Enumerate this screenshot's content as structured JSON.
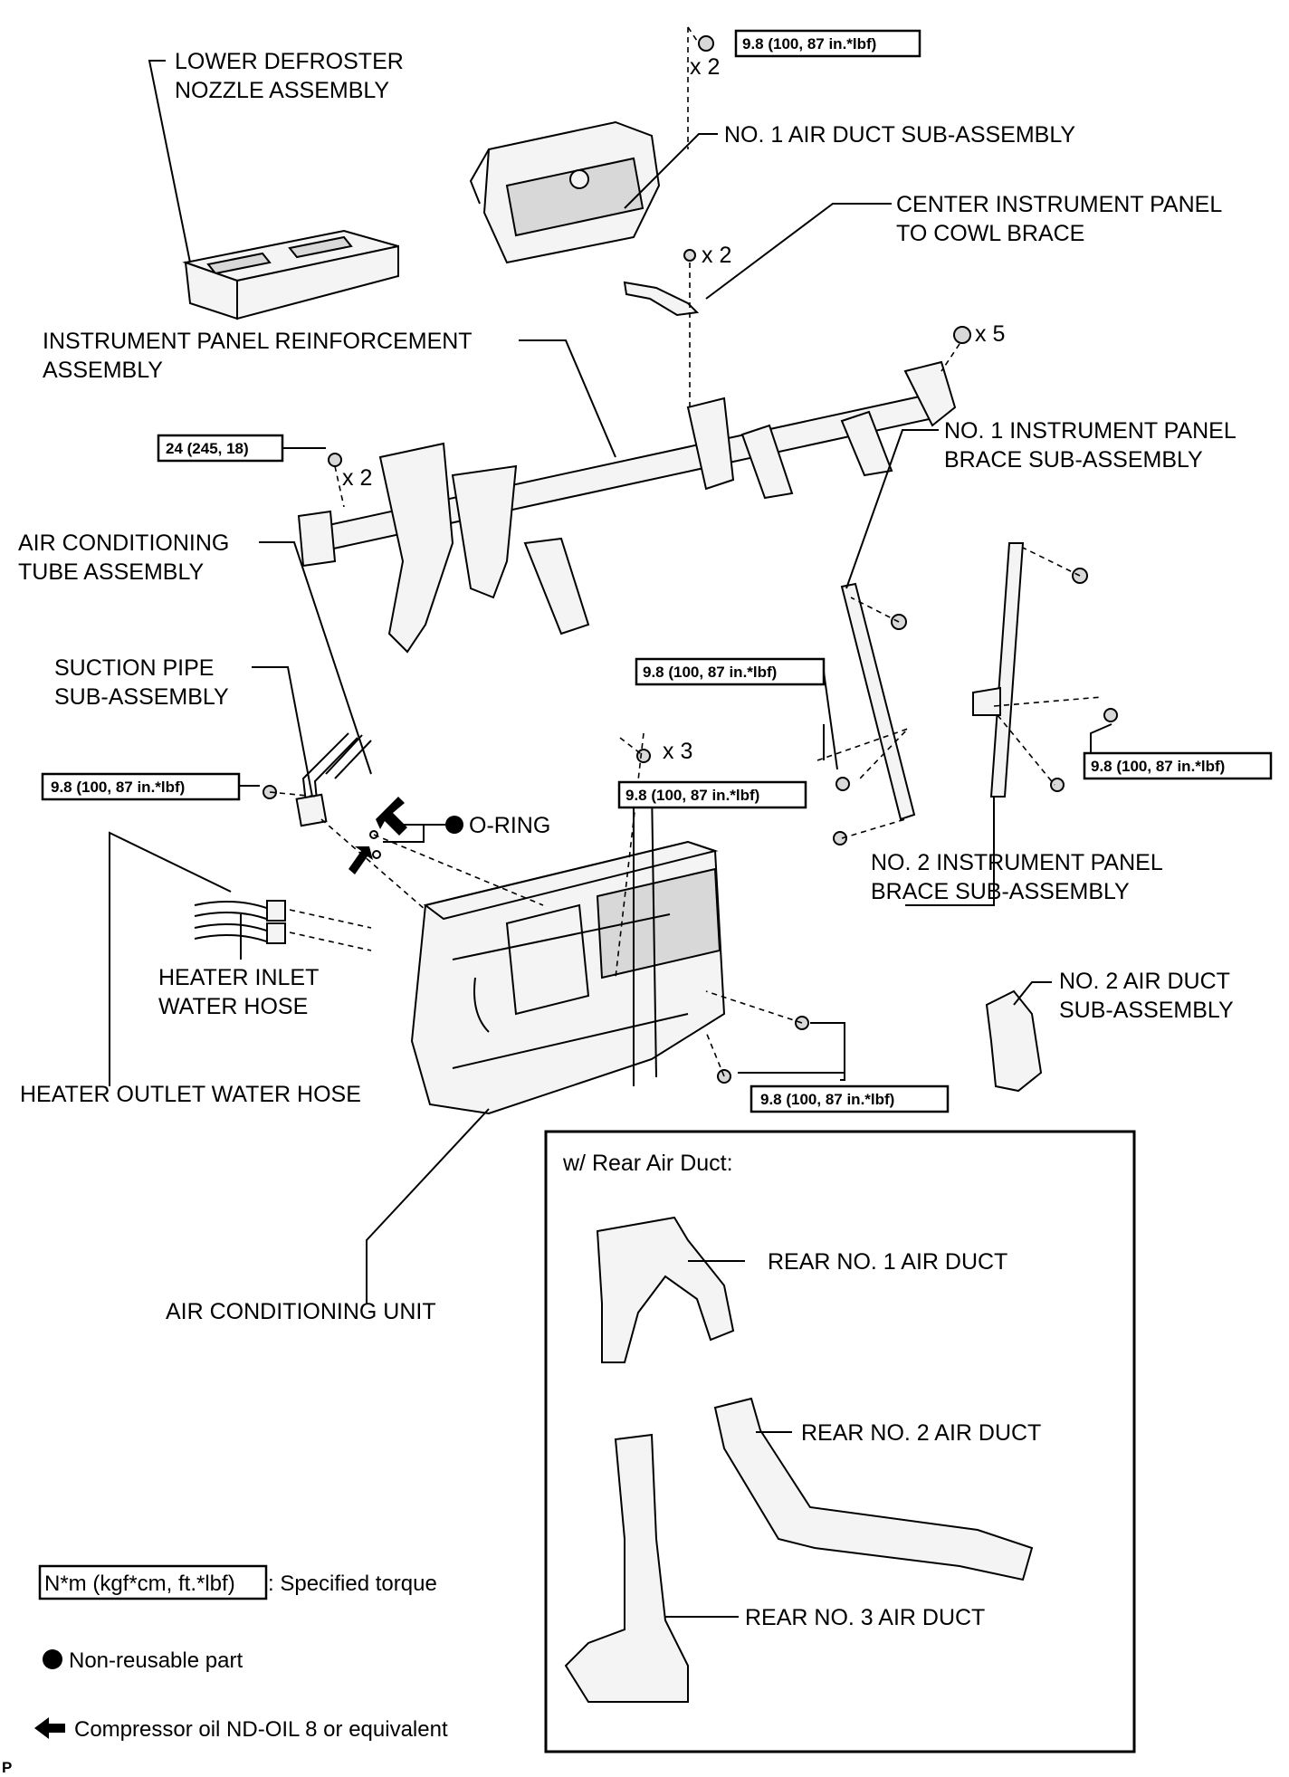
{
  "labels": {
    "lower_defroster": [
      "LOWER DEFROSTER",
      "NOZZLE ASSEMBLY"
    ],
    "no1_air_duct": "NO. 1 AIR DUCT SUB-ASSEMBLY",
    "center_brace": [
      "CENTER INSTRUMENT PANEL",
      "TO COWL BRACE"
    ],
    "reinforcement": [
      "INSTRUMENT PANEL REINFORCEMENT",
      "ASSEMBLY"
    ],
    "no1_brace": [
      "NO. 1 INSTRUMENT PANEL",
      "BRACE SUB-ASSEMBLY"
    ],
    "ac_tube": [
      "AIR CONDITIONING",
      "TUBE ASSEMBLY"
    ],
    "suction_pipe": [
      "SUCTION PIPE",
      "SUB-ASSEMBLY"
    ],
    "o_ring": "O-RING",
    "no2_brace": [
      "NO. 2 INSTRUMENT PANEL",
      "BRACE SUB-ASSEMBLY"
    ],
    "heater_inlet": [
      "HEATER INLET",
      "WATER HOSE"
    ],
    "no2_air_duct": [
      "NO. 2 AIR DUCT",
      "SUB-ASSEMBLY"
    ],
    "heater_outlet": "HEATER OUTLET WATER HOSE",
    "ac_unit": "AIR CONDITIONING UNIT",
    "rear_box_title": "w/ Rear Air Duct:",
    "rear_no1": "REAR NO. 1 AIR DUCT",
    "rear_no2": "REAR NO. 2 AIR DUCT",
    "rear_no3": "REAR NO. 3 AIR DUCT"
  },
  "torque": {
    "t98": "9.8 (100, 87 in.*lbf)",
    "t24": "24 (245, 18)"
  },
  "quantities": {
    "x2": "x 2",
    "x3": "x 3",
    "x5": "x 5"
  },
  "legend": {
    "torque_box": "N*m (kgf*cm, ft.*lbf)",
    "torque_text": ": Specified torque",
    "non_reusable": "Non-reusable part",
    "compressor_oil": "Compressor oil ND-OIL 8 or equivalent"
  },
  "corner_code": "P"
}
